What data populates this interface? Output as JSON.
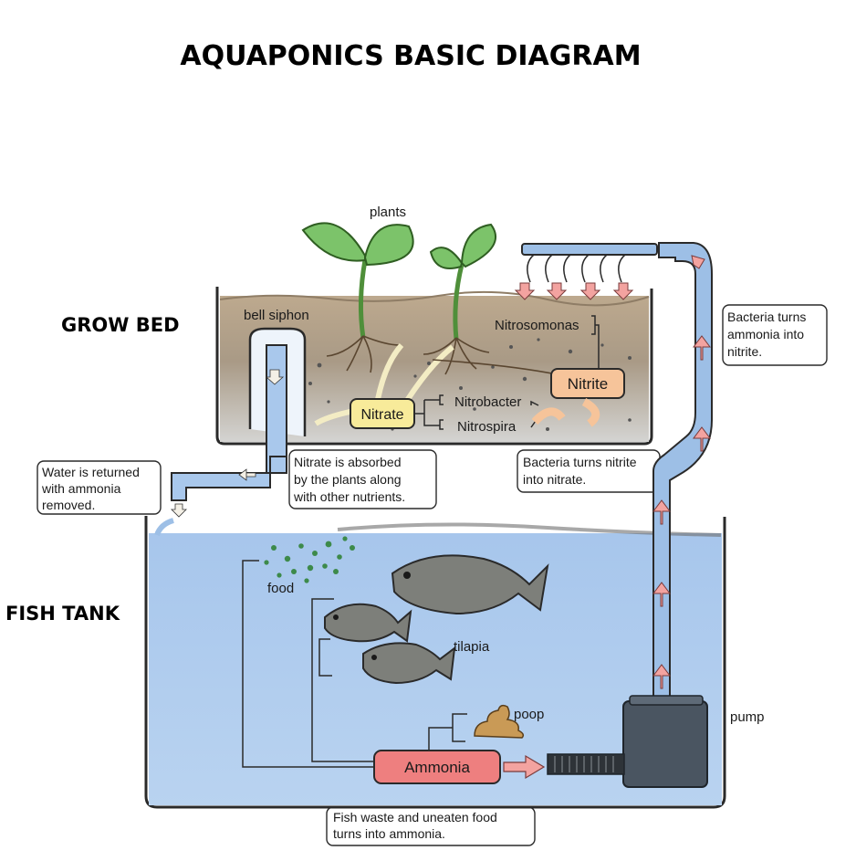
{
  "title": "AQUAPONICS BASIC DIAGRAM",
  "sections": {
    "grow_bed": "GROW BED",
    "fish_tank": "FISH TANK"
  },
  "labels": {
    "plants": "plants",
    "bell_siphon": "bell siphon",
    "nitrosomonas": "Nitrosomonas",
    "nitrobacter": "Nitrobacter",
    "nitrospira": "Nitrospira",
    "food": "food",
    "tilapia": "tilapia",
    "poop": "poop",
    "pump": "pump"
  },
  "compounds": {
    "nitrate": "Nitrate",
    "nitrite": "Nitrite",
    "ammonia": "Ammonia"
  },
  "notes": {
    "water_returned": [
      "Water is returned",
      "with ammonia",
      "removed."
    ],
    "nitrate_absorbed": [
      "Nitrate is absorbed",
      "by the plants along",
      "with other nutrients."
    ],
    "bacteria_nitrite": [
      "Bacteria turns nitrite",
      "into nitrate."
    ],
    "bacteria_ammonia": [
      "Bacteria turns",
      "ammonia into",
      "nitrite."
    ],
    "fish_waste": [
      "Fish waste and uneaten food",
      "turns into ammonia."
    ]
  },
  "colors": {
    "water": "#a9c8ec",
    "pipe": "#9dbfe6",
    "soil": "#b9a58c",
    "gravel": "#cfcfcd",
    "leaf": "#7cc36a",
    "nitrate_box": "#f8eb9a",
    "nitrite_box": "#f6c49a",
    "ammonia_box": "#ee7f7f",
    "arrow_pink": "#f3a3a0",
    "pump": "#4a5561"
  }
}
